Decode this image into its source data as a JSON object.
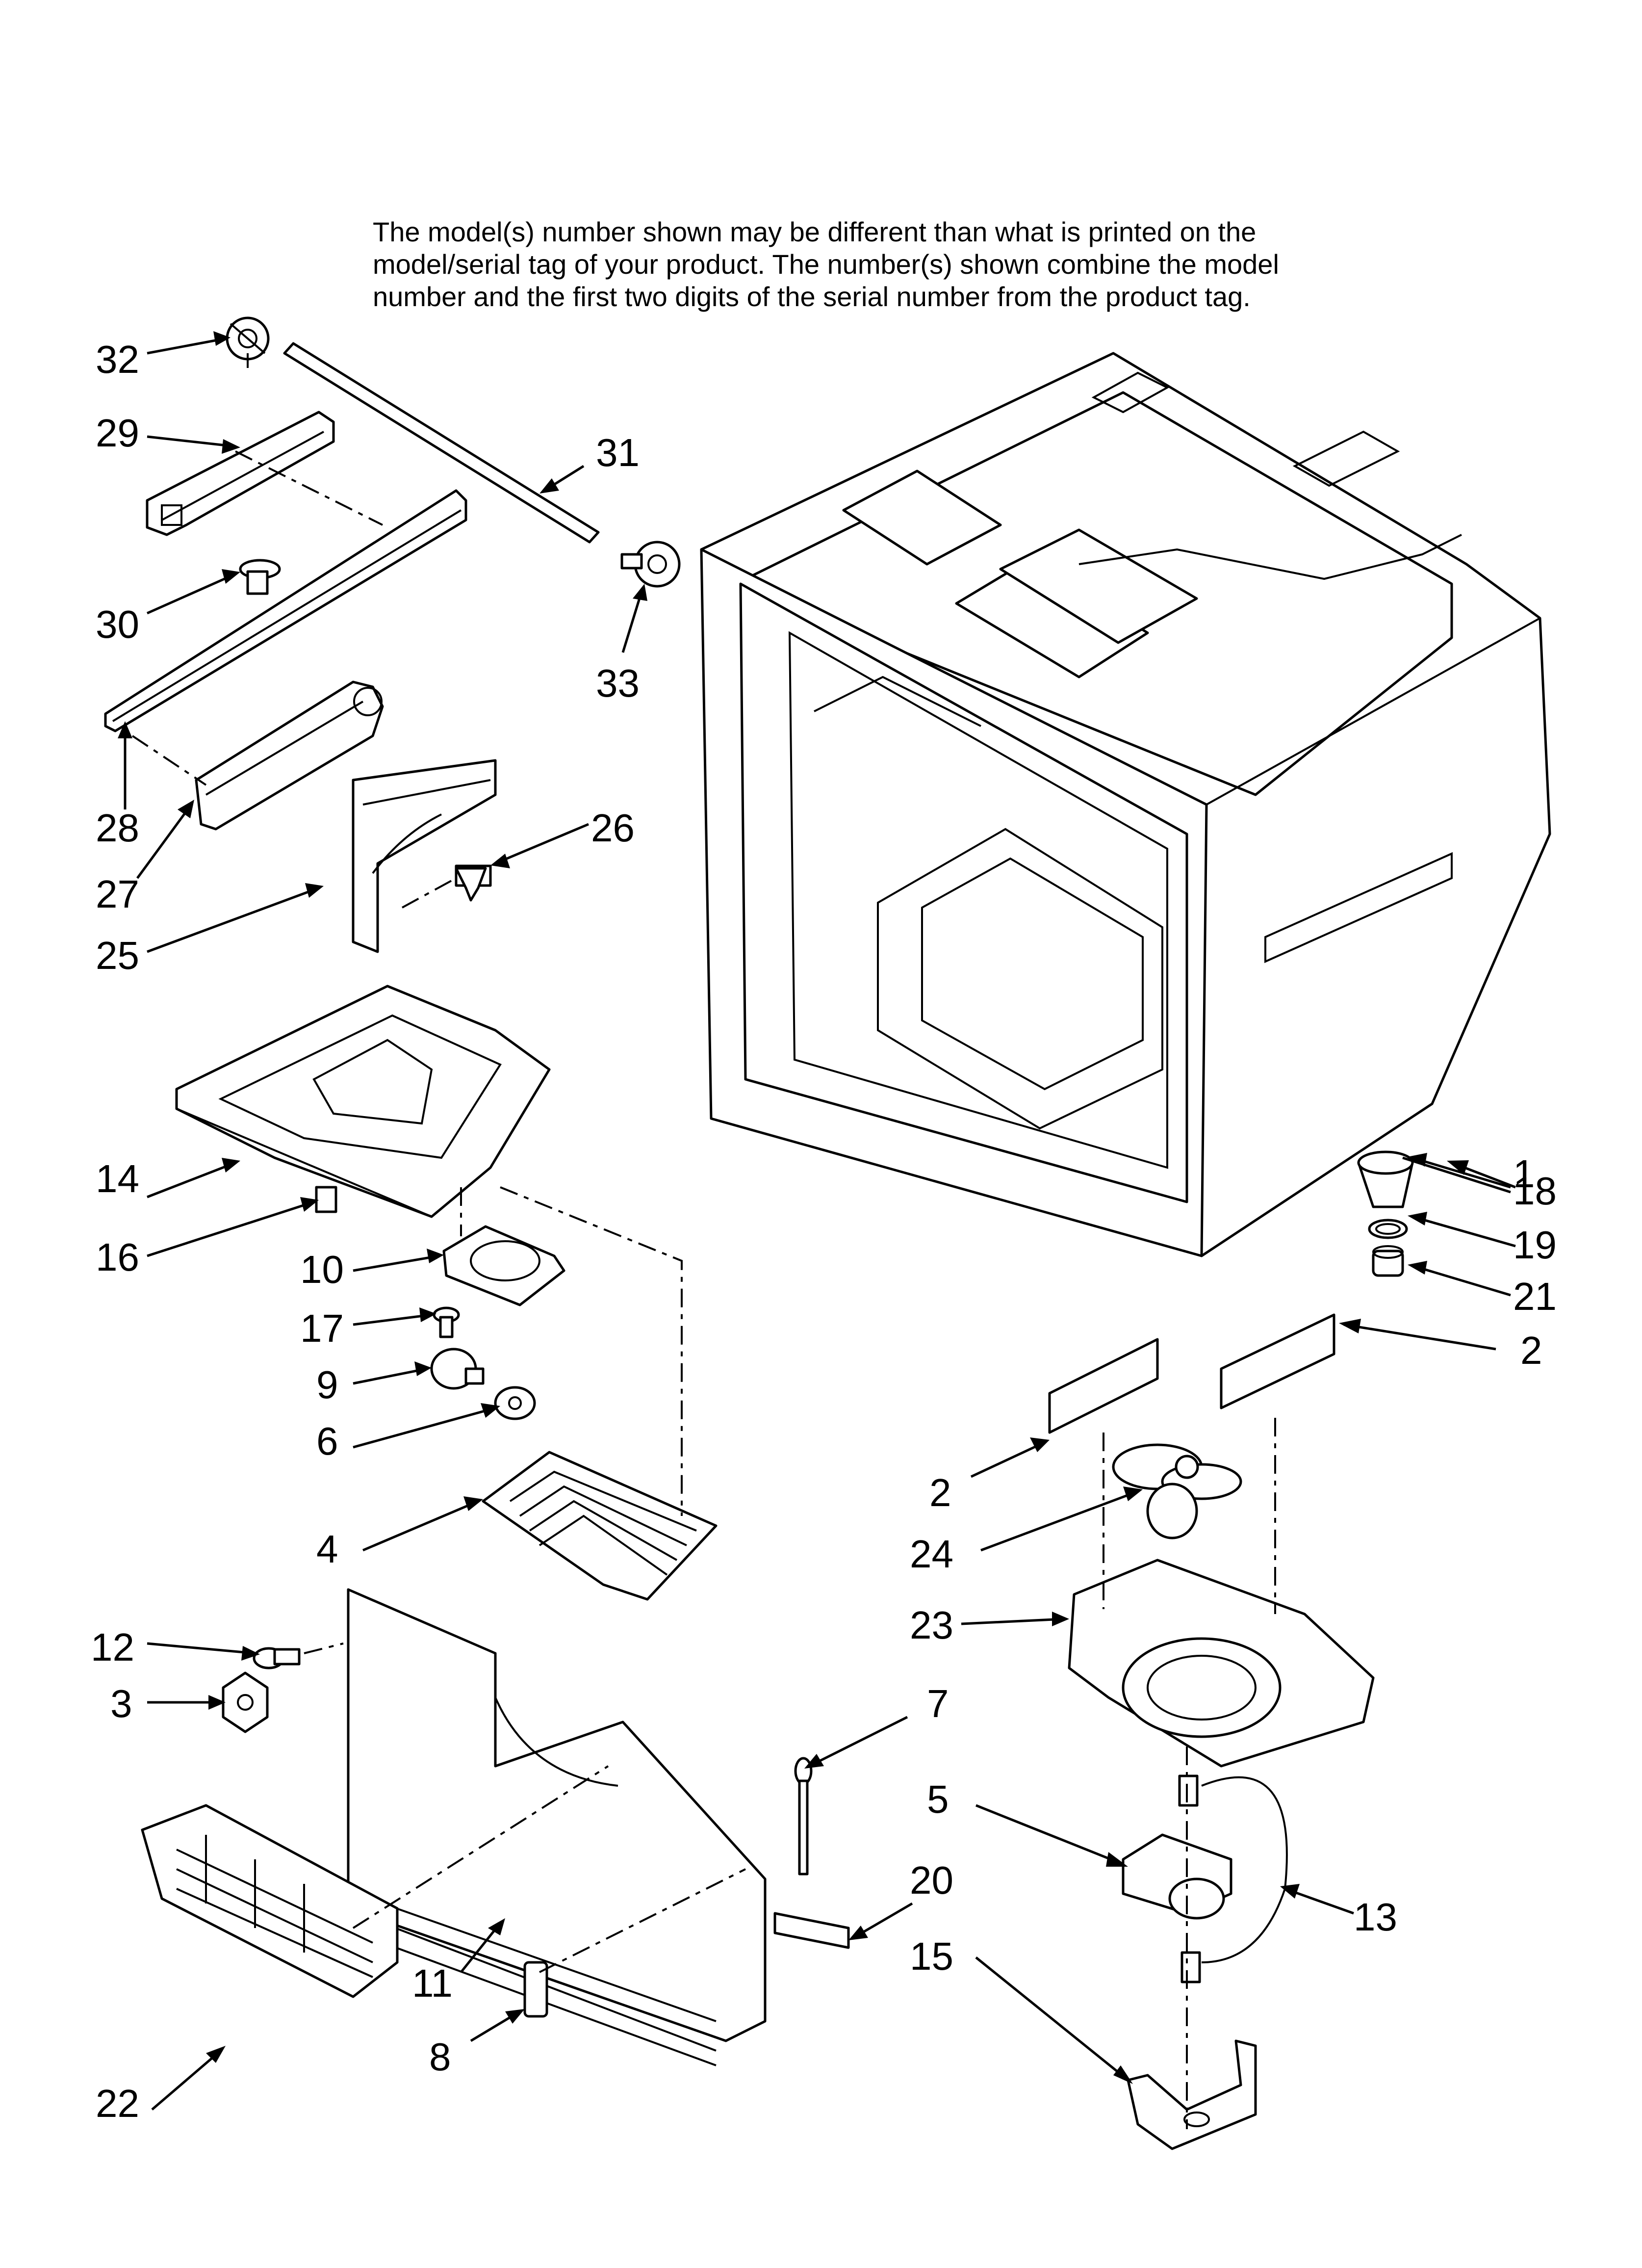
{
  "note": {
    "line1": "The model(s) number shown may be different than what is printed on the",
    "line2": "model/serial tag of your product. The number(s) shown combine the model",
    "line3": "number and the first two digits of the serial number from the product tag."
  },
  "callouts": {
    "c1": "1",
    "c2a": "2",
    "c2b": "2",
    "c3": "3",
    "c4": "4",
    "c5": "5",
    "c6": "6",
    "c7": "7",
    "c8": "8",
    "c9": "9",
    "c10": "10",
    "c11": "11",
    "c12": "12",
    "c13": "13",
    "c14": "14",
    "c15": "15",
    "c16": "16",
    "c17": "17",
    "c18": "18",
    "c19": "19",
    "c20": "20",
    "c21": "21",
    "c22": "22",
    "c23": "23",
    "c24": "24",
    "c25": "25",
    "c26": "26",
    "c27": "27",
    "c28": "28",
    "c29": "29",
    "c30": "30",
    "c31": "31",
    "c32": "32",
    "c33": "33"
  }
}
